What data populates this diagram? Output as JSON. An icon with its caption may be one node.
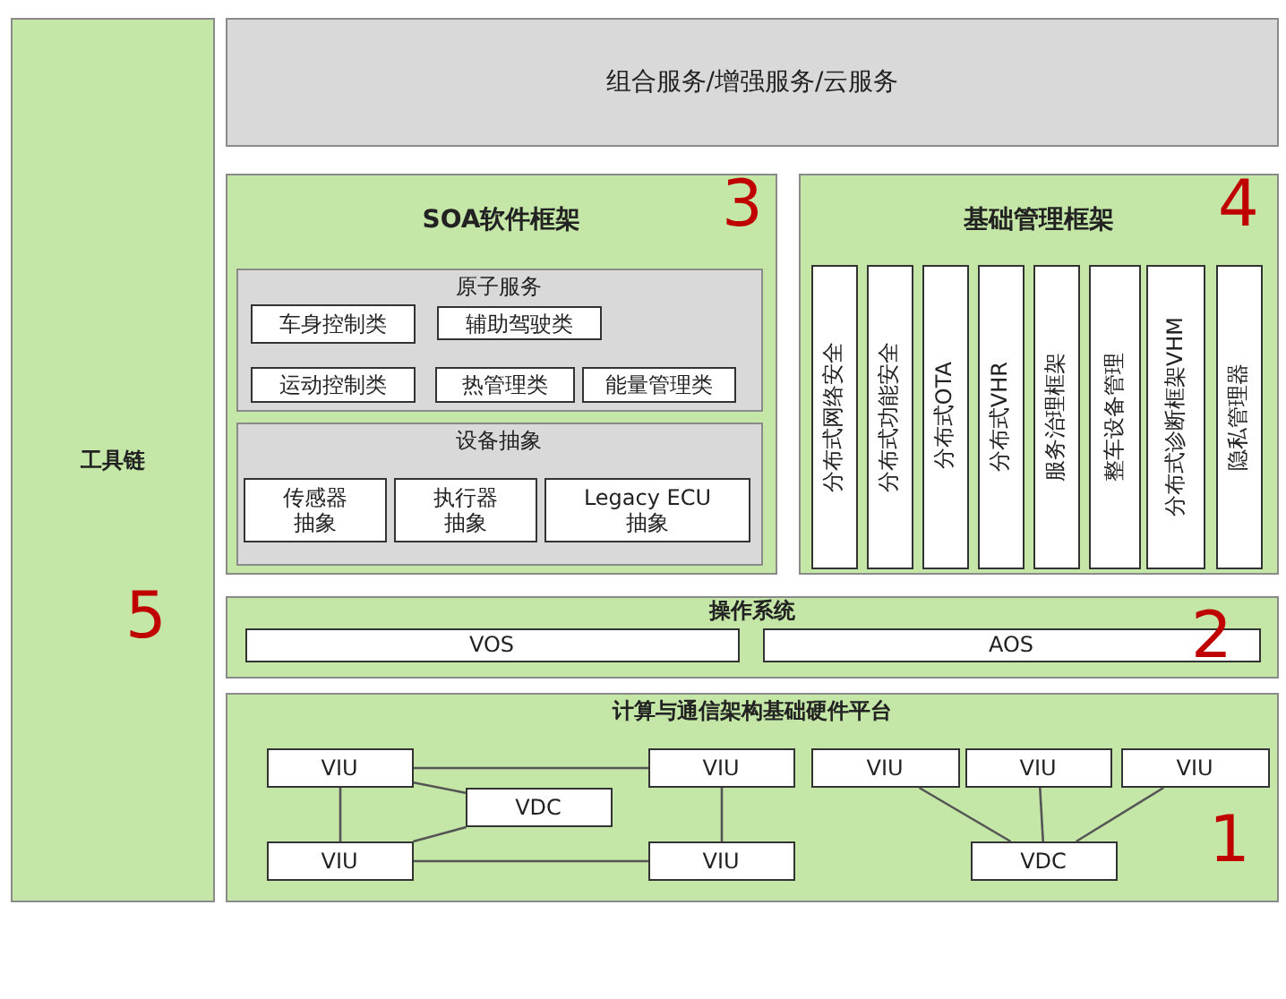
{
  "diagram": {
    "nodes": [
      {
        "text": [
          "工具链"
        ]
      },
      {
        "text": [
          "组合服务/增强服务/云服务"
        ]
      },
      {
        "text": [
          "SOA软件框架"
        ]
      },
      {
        "text": [
          "原子服务"
        ],
        "in": 2
      },
      {
        "text": [
          "车身控制类"
        ],
        "in": 3
      },
      {
        "text": [
          "辅助驾驶类"
        ],
        "in": 3
      },
      {
        "text": [
          "运动控制类"
        ],
        "in": 3
      },
      {
        "text": [
          "热管理类"
        ],
        "in": 3
      },
      {
        "text": [
          "能量管理类"
        ],
        "in": 3
      },
      {
        "text": [
          "设备抽象"
        ],
        "in": 2
      },
      {
        "text": [
          "传感器抽象"
        ],
        "in": 9
      },
      {
        "text": [
          "执行器抽象"
        ],
        "in": 9
      },
      {
        "text": [
          "Legacy ECU 抽象"
        ],
        "in": 9
      },
      {
        "text": [
          "基础管理框架"
        ]
      },
      {
        "text": [
          "分布式网络安全"
        ],
        "in": 13
      },
      {
        "text": [
          "分布式功能安全"
        ],
        "in": 13
      },
      {
        "text": [
          "分布式OTA"
        ],
        "in": 13
      },
      {
        "text": [
          "分布式VHR"
        ],
        "in": 13
      },
      {
        "text": [
          "服务治理框架"
        ],
        "in": 13
      },
      {
        "text": [
          "整车设备管理"
        ],
        "in": 13
      },
      {
        "text": [
          "分布式诊断框架VHM"
        ],
        "in": 13
      },
      {
        "text": [
          "隐私管理器"
        ],
        "in": 13
      },
      {
        "text": [
          "操作系统"
        ]
      },
      {
        "text": [
          "VOS"
        ],
        "in": 22
      },
      {
        "text": [
          "AOS"
        ],
        "in": 22
      },
      {
        "text": [
          "计算与通信架构基础硬件平台"
        ]
      },
      {
        "text": [
          "VIU"
        ],
        "in": 25
      },
      {
        "text": [
          "VIU"
        ],
        "in": 25
      },
      {
        "text": [
          "VIU"
        ],
        "in": 25
      },
      {
        "text": [
          "VIU"
        ],
        "in": 25
      },
      {
        "text": [
          "VIU"
        ],
        "in": 25
      },
      {
        "text": [
          "VDC"
        ],
        "in": 25
      },
      {
        "text": [
          "VIU"
        ],
        "in": 25
      },
      {
        "text": [
          "VIU"
        ],
        "in": 25
      },
      {
        "text": [
          "VDC"
        ],
        "in": 25
      }
    ],
    "edges": [
      {
        "from": 26,
        "to": 32,
        "arrow": "none"
      },
      {
        "from": 26,
        "to": 31,
        "arrow": "none"
      },
      {
        "from": 32,
        "to": 31,
        "arrow": "none"
      },
      {
        "from": 26,
        "to": 27,
        "arrow": "none"
      },
      {
        "from": 32,
        "to": 33,
        "arrow": "none"
      },
      {
        "from": 27,
        "to": 33,
        "arrow": "none"
      },
      {
        "from": 28,
        "to": 34,
        "arrow": "none"
      },
      {
        "from": 29,
        "to": 34,
        "arrow": "none"
      },
      {
        "from": 30,
        "to": 34,
        "arrow": "none"
      }
    ],
    "labels": [
      "3",
      "4",
      "5",
      "2",
      "1"
    ]
  }
}
